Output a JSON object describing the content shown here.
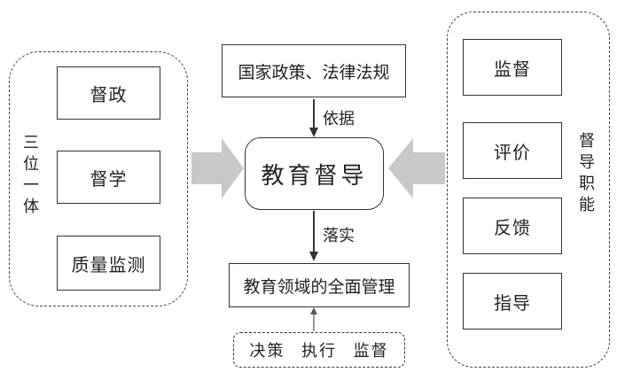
{
  "left_group": {
    "label": [
      "三",
      "位",
      "一",
      "体"
    ],
    "items": [
      "督政",
      "督学",
      "质量监测"
    ]
  },
  "center": {
    "top_box": "国家政策、法律法规",
    "upper_arrow_label": "依据",
    "main_box": "教育督导",
    "lower_arrow_label": "落实",
    "bottom_box": "教育领域的全面管理",
    "footer_items": [
      "决策",
      "执行",
      "监督"
    ]
  },
  "right_group": {
    "label": [
      "督",
      "导",
      "职",
      "能"
    ],
    "items": [
      "监督",
      "评价",
      "反馈",
      "指导"
    ]
  },
  "colors": {
    "big_arrow": "#c8c8c8",
    "stroke": "#333333"
  }
}
